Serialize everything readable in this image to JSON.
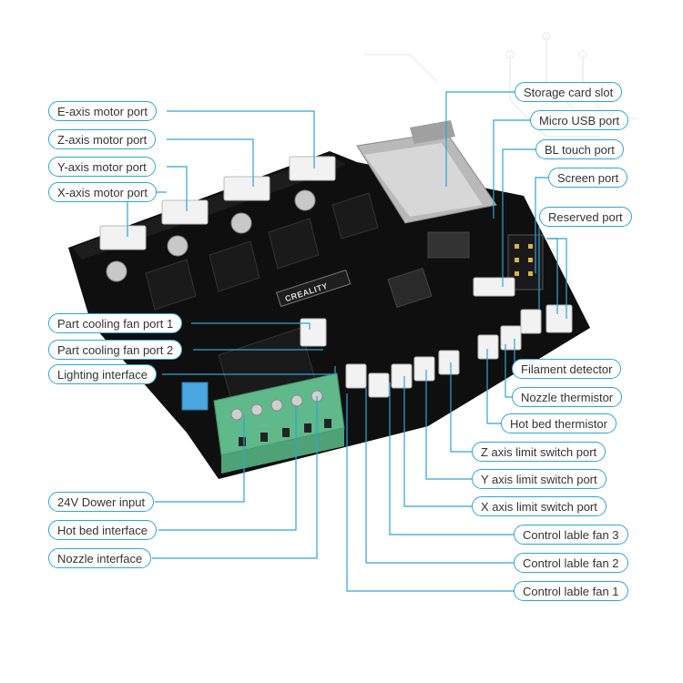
{
  "labels": {
    "e_axis": "E-axis motor port",
    "z_axis": "Z-axis motor port",
    "y_axis": "Y-axis motor port",
    "x_axis": "X-axis motor port",
    "storage_card": "Storage card slot",
    "micro_usb": "Micro USB port",
    "bl_touch": "BL touch port",
    "screen": "Screen port",
    "reserved": "Reserved port",
    "part_fan_1": "Part cooling fan port 1",
    "part_fan_2": "Part cooling fan port 2",
    "lighting": "Lighting interface",
    "filament": "Filament detector",
    "nozzle_thermistor": "Nozzle thermistor",
    "hot_bed_thermistor": "Hot bed thermistor",
    "z_limit": "Z axis limit switch port",
    "y_limit": "Y axis limit switch port",
    "x_limit": "X axis limit switch port",
    "fan3": "Control lable fan 3",
    "fan2": "Control lable fan 2",
    "fan1": "Control lable fan 1",
    "power_24v": "24V Dower input",
    "hot_bed_interface": "Hot bed interface",
    "nozzle_interface": "Nozzle interface"
  },
  "board": {
    "brand": "CREALITY"
  },
  "colors": {
    "accent": "#2aa7d6",
    "board": "#111111",
    "terminal": "#5fb98a"
  }
}
